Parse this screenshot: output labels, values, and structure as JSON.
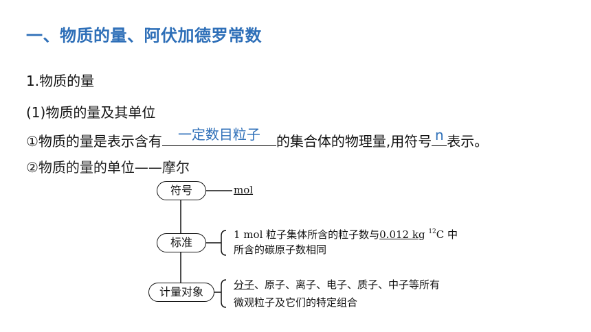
{
  "title": "一、物质的量、阿伏加德罗常数",
  "section1": "1.物质的量",
  "subsection": "(1)物质的量及其单位",
  "item1": {
    "prefix": "①物质的量是表示含有",
    "blank1_answer": "一定数目粒子",
    "middle": "的集合体的物理量,用符号",
    "blank2_answer": "n",
    "suffix": "表示。"
  },
  "item2": "②物质的量的单位——摩尔",
  "diagram": {
    "nodes": [
      {
        "label": "符号",
        "desc_lines": [
          "mol"
        ]
      },
      {
        "label": "标准",
        "desc_lines": [
          "1 mol 粒子集体所含的粒子数与",
          "0.012 kg",
          "12",
          "C 中",
          "所含的碳原子数相同"
        ]
      },
      {
        "label": "计量对象",
        "desc_lines": [
          "分子",
          "、原子、离子、电子、质子、中子等所有",
          "微观粒子及它们的特定组合"
        ]
      }
    ]
  }
}
